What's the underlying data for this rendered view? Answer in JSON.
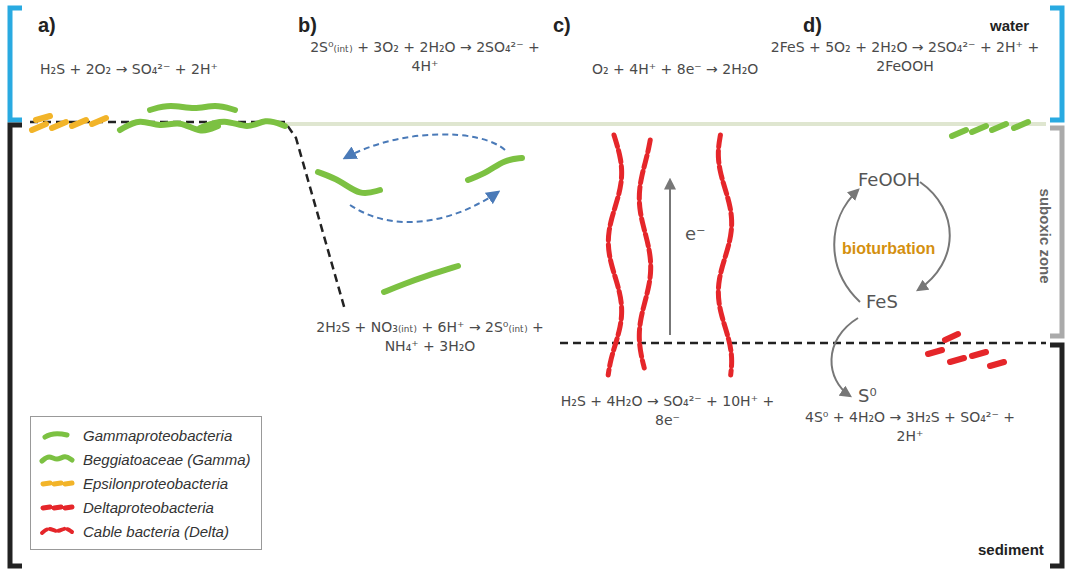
{
  "diagram": {
    "labels": [
      "a)",
      "water",
      "H₂S + 2O₂ → SO₄²⁻ + 2H⁺",
      "b)",
      "2S⁰₍ᵢₙₜ₎ + 3O₂ + 2H₂O → 2SO₄²⁻ + 4H⁺",
      "c)",
      "O₂ + 4H⁺ + 8e⁻ → 2H₂O",
      "d)",
      "2FeS + 5O₂ + 2H₂O → 2SO₄²⁻ + 2H⁺ + 2FeOOH",
      "FeOOH",
      "bioturbation",
      "FeS",
      "suboxic zone",
      "2H₂S + NO₃₍ᵢₙₜ₎ + 6H⁺ → 2S⁰₍ᵢₙₜ₎ + NH₄⁺ + 3H₂O",
      "e⁻",
      "S⁰",
      "H₂S + 4H₂O → SO₄²⁻ + 10H⁺ + 8e⁻",
      "4S⁰ + 4H₂O → 3H₂S + SO₄²⁻ + 2H⁺",
      "sediment"
    ],
    "legend": [
      {
        "text": "Gammaproteobacteria",
        "color": "#7cc142"
      },
      {
        "text": "Beggiatoaceae (Gamma)",
        "color": "#7cc142"
      },
      {
        "text": "Epsilonproteobacteria",
        "color": "#f2b429"
      },
      {
        "text": "Deltaproteobacteria",
        "color": "#e5262a"
      },
      {
        "text": "Cable bacteria (Delta)",
        "color": "#e5262a"
      }
    ]
  }
}
